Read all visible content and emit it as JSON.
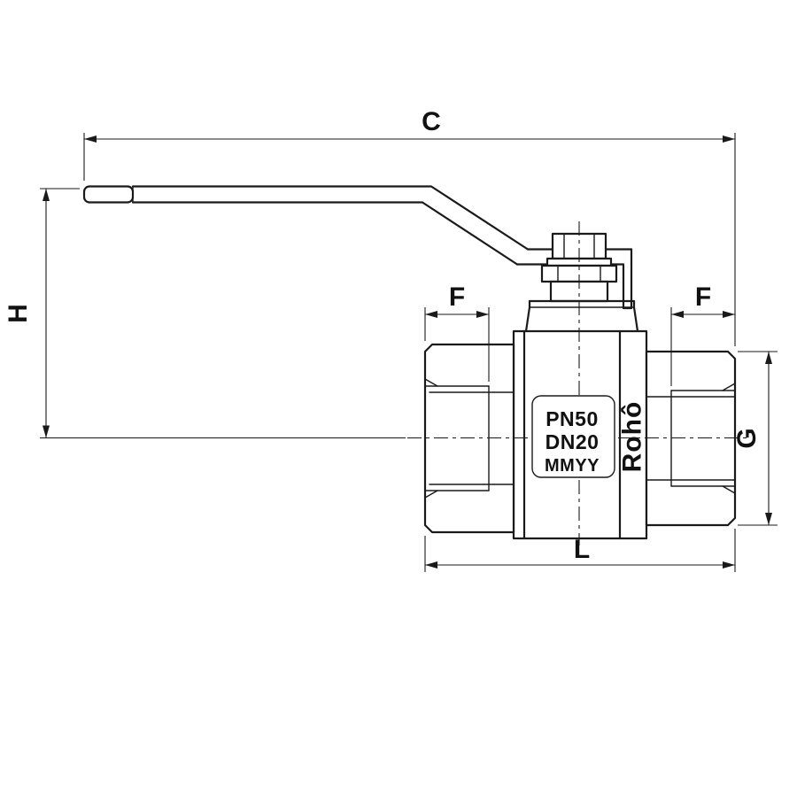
{
  "canvas": {
    "background": "#ffffff",
    "line_color": "#1a1a1a",
    "text_color": "#111111"
  },
  "dimension_labels": {
    "c": "C",
    "h": "H",
    "f_left": "F",
    "f_right": "F",
    "g": "G",
    "l": "L"
  },
  "body_markings": {
    "line1": "PN50",
    "line2": "DN20",
    "line3": "MMYY",
    "brand": "Rohô"
  }
}
